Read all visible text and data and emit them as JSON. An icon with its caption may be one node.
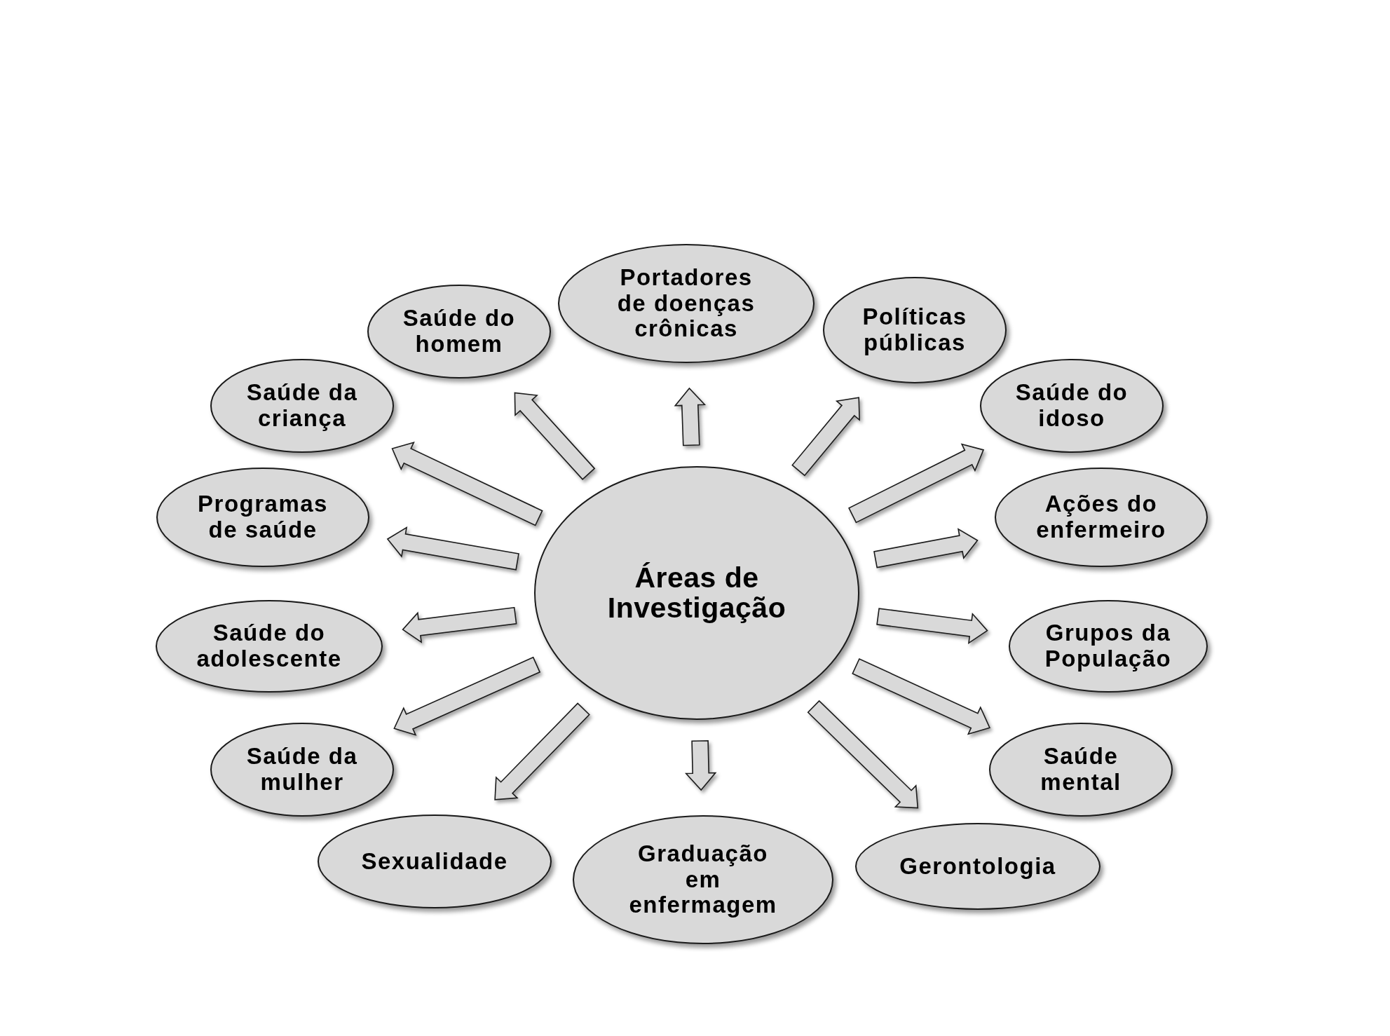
{
  "diagram": {
    "nodes": [
      {
        "text": [
          "Áreas de Investigação"
        ]
      },
      {
        "text": [
          "Saúde do homem"
        ]
      },
      {
        "text": [
          "Portadores de doenças crônicas"
        ]
      },
      {
        "text": [
          "Políticas públicas"
        ]
      },
      {
        "text": [
          "Saúde da criança"
        ]
      },
      {
        "text": [
          "Saúde do idoso"
        ]
      },
      {
        "text": [
          "Programas de saúde"
        ]
      },
      {
        "text": [
          "Ações do enfermeiro"
        ]
      },
      {
        "text": [
          "Saúde do adolescente"
        ]
      },
      {
        "text": [
          "Grupos da População"
        ]
      },
      {
        "text": [
          "Saúde da mulher"
        ]
      },
      {
        "text": [
          "Saúde mental"
        ]
      },
      {
        "text": [
          "Sexualidade"
        ]
      },
      {
        "text": [
          "Graduação em enfermagem"
        ]
      },
      {
        "text": [
          "Gerontologia"
        ]
      }
    ],
    "edges": [
      {
        "from": 0,
        "to": 1,
        "arrow": "to"
      },
      {
        "from": 0,
        "to": 2,
        "arrow": "to"
      },
      {
        "from": 0,
        "to": 3,
        "arrow": "to"
      },
      {
        "from": 0,
        "to": 4,
        "arrow": "to"
      },
      {
        "from": 0,
        "to": 5,
        "arrow": "to"
      },
      {
        "from": 0,
        "to": 6,
        "arrow": "to"
      },
      {
        "from": 0,
        "to": 7,
        "arrow": "to"
      },
      {
        "from": 0,
        "to": 8,
        "arrow": "to"
      },
      {
        "from": 0,
        "to": 9,
        "arrow": "to"
      },
      {
        "from": 0,
        "to": 10,
        "arrow": "to"
      },
      {
        "from": 0,
        "to": 11,
        "arrow": "to"
      },
      {
        "from": 0,
        "to": 12,
        "arrow": "to"
      },
      {
        "from": 0,
        "to": 13,
        "arrow": "to"
      },
      {
        "from": 0,
        "to": 14,
        "arrow": "to"
      }
    ]
  }
}
